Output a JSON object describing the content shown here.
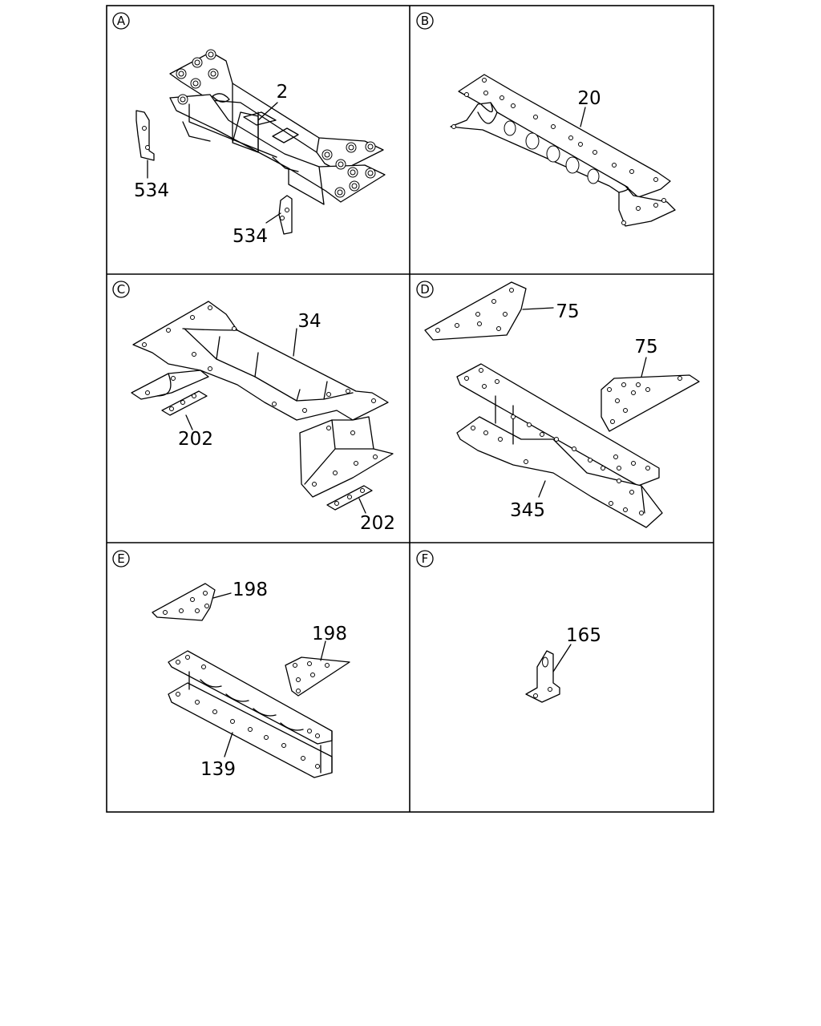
{
  "panels": [
    {
      "letter": "A",
      "callouts": [
        "2",
        "534",
        "534"
      ]
    },
    {
      "letter": "B",
      "callouts": [
        "20"
      ]
    },
    {
      "letter": "C",
      "callouts": [
        "34",
        "202",
        "202"
      ]
    },
    {
      "letter": "D",
      "callouts": [
        "75",
        "75",
        "345"
      ]
    },
    {
      "letter": "E",
      "callouts": [
        "198",
        "198",
        "139"
      ]
    },
    {
      "letter": "F",
      "callouts": [
        "165"
      ]
    }
  ]
}
